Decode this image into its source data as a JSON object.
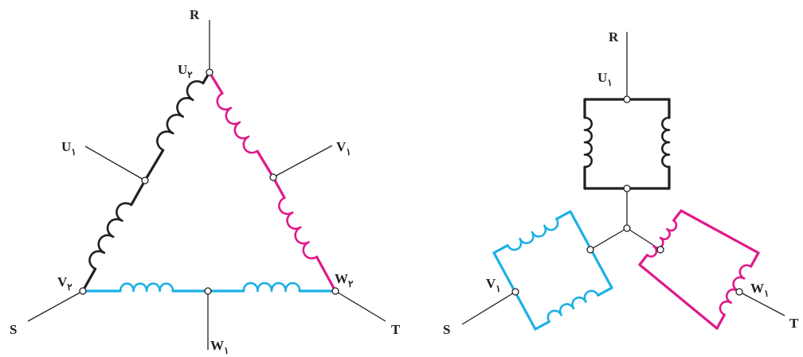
{
  "colors": {
    "black": "#231f20",
    "magenta": "#e0198c",
    "cyan": "#1cb0e6"
  },
  "delta": {
    "R": "R",
    "S": "S",
    "T": "T",
    "U2": {
      "main": "U",
      "sub": "۲"
    },
    "U1": {
      "main": "U",
      "sub": "۱"
    },
    "V1": {
      "main": "V",
      "sub": "۱"
    },
    "V2": {
      "main": "V",
      "sub": "۲"
    },
    "W2": {
      "main": "W",
      "sub": "۲"
    },
    "W1": {
      "main": "W",
      "sub": "۱"
    }
  },
  "star": {
    "R": "R",
    "S": "S",
    "T": "T",
    "U1": {
      "main": "U",
      "sub": "۱"
    },
    "V1": {
      "main": "V",
      "sub": "۱"
    },
    "W1": {
      "main": "W",
      "sub": "۱"
    }
  }
}
